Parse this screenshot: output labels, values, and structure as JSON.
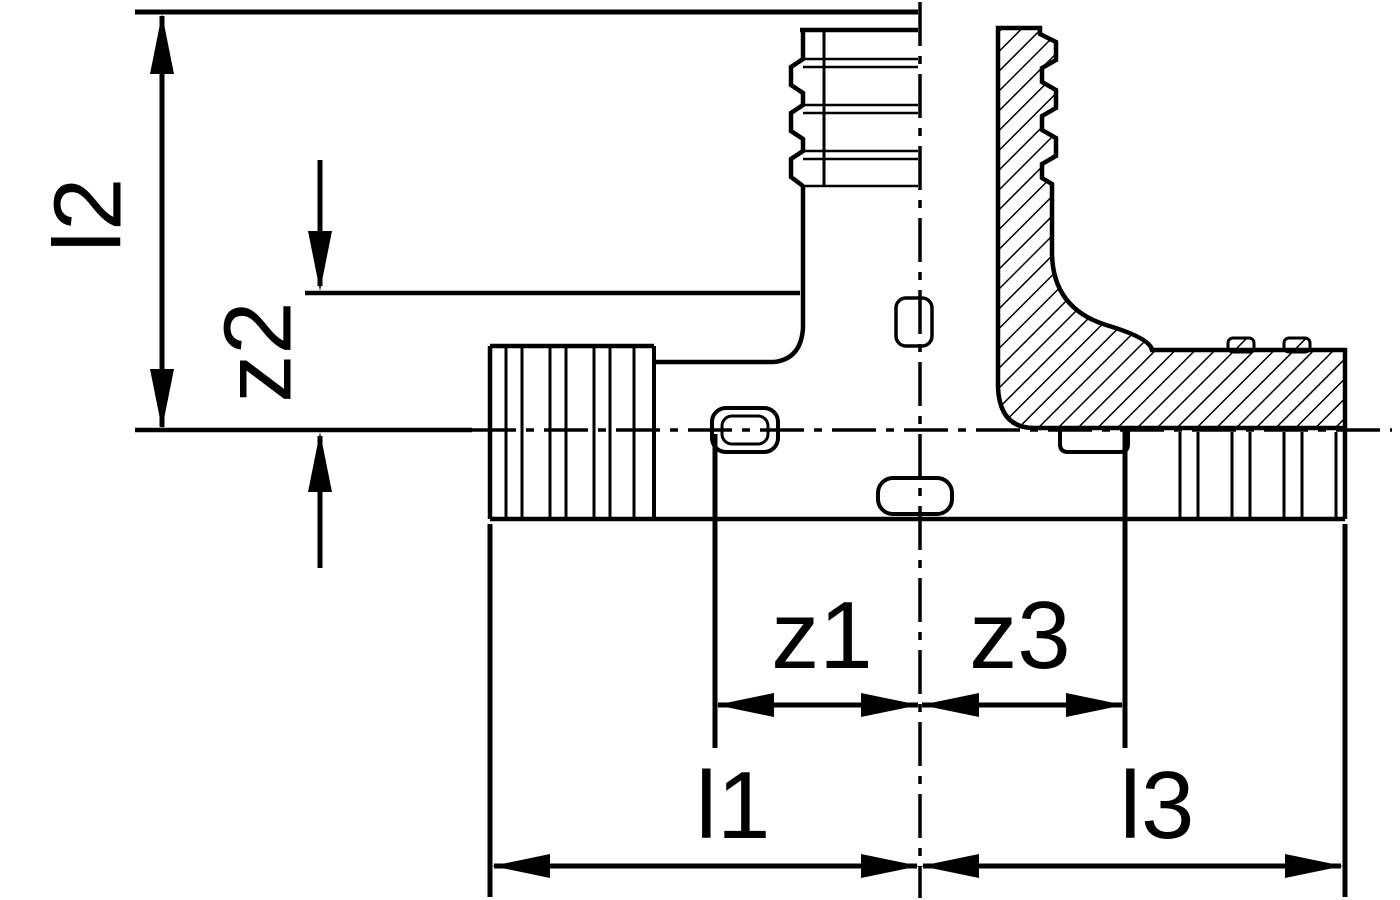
{
  "drawing": {
    "description": "Technical dimension drawing of a tee pipe fitting (press sockets), half-section view with hatching",
    "colors": {
      "line": "#000000",
      "background": "#ffffff"
    }
  },
  "labels": {
    "l2": "l2",
    "z2": "z2",
    "z1": "z1",
    "z3": "z3",
    "l1": "l1",
    "l3": "l3"
  }
}
